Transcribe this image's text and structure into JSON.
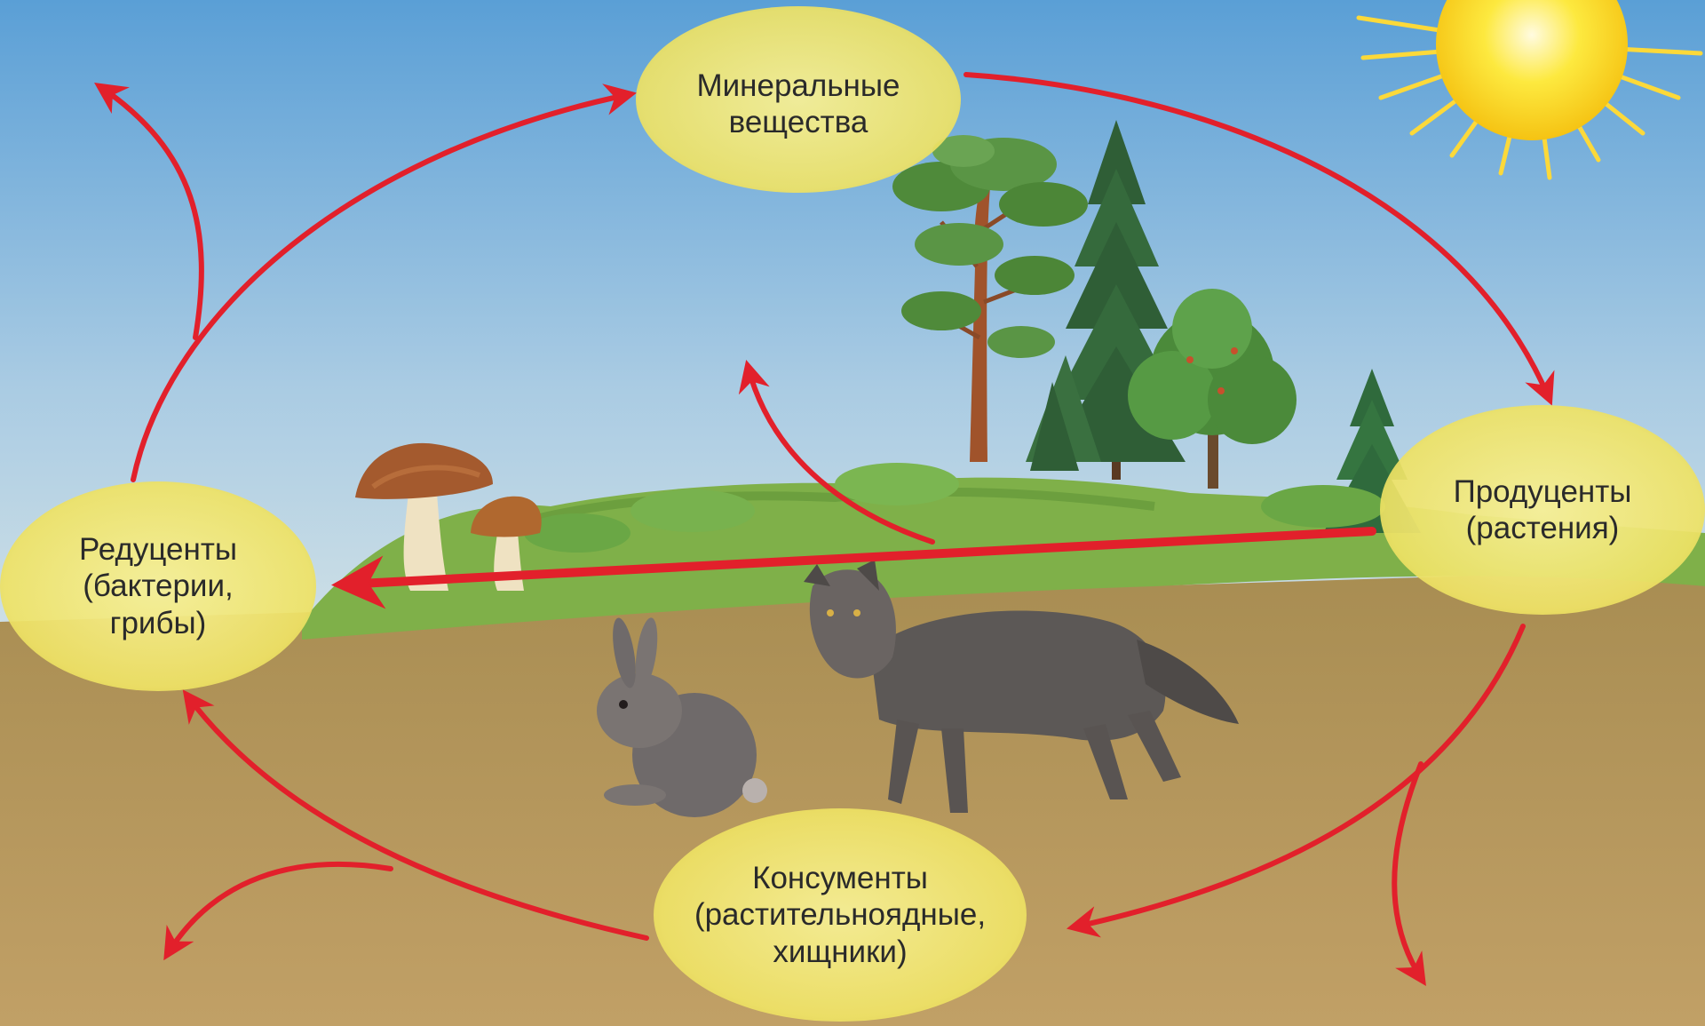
{
  "nodes": {
    "mineral": "Минеральные\nвещества",
    "producers": "Продуценты\n(растения)",
    "reducers": "Редуценты\n(бактерии,\nгрибы)",
    "consumers": "Консументы\n(растительноядные,\nхищники)"
  },
  "colors": {
    "sky_top": "#5a9fd6",
    "sky_bottom": "#c6dbe6",
    "ground": "#b39257",
    "grass": "#7fb049",
    "arrow": "#e2202b",
    "ellipse_fill": "#f2e870",
    "sun": "#fde33a"
  },
  "icons": [
    "sun-icon",
    "pine-tree-icon",
    "spruce-tree-icon",
    "deciduous-tree-icon",
    "mushroom-icon",
    "hare-icon",
    "wolf-icon"
  ]
}
